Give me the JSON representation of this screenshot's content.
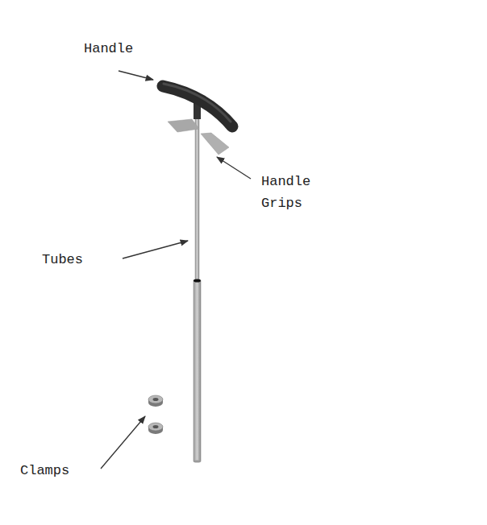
{
  "diagram": {
    "labels": [
      "Handle",
      "Handle Grips",
      "Tubes",
      "Clamps"
    ]
  }
}
